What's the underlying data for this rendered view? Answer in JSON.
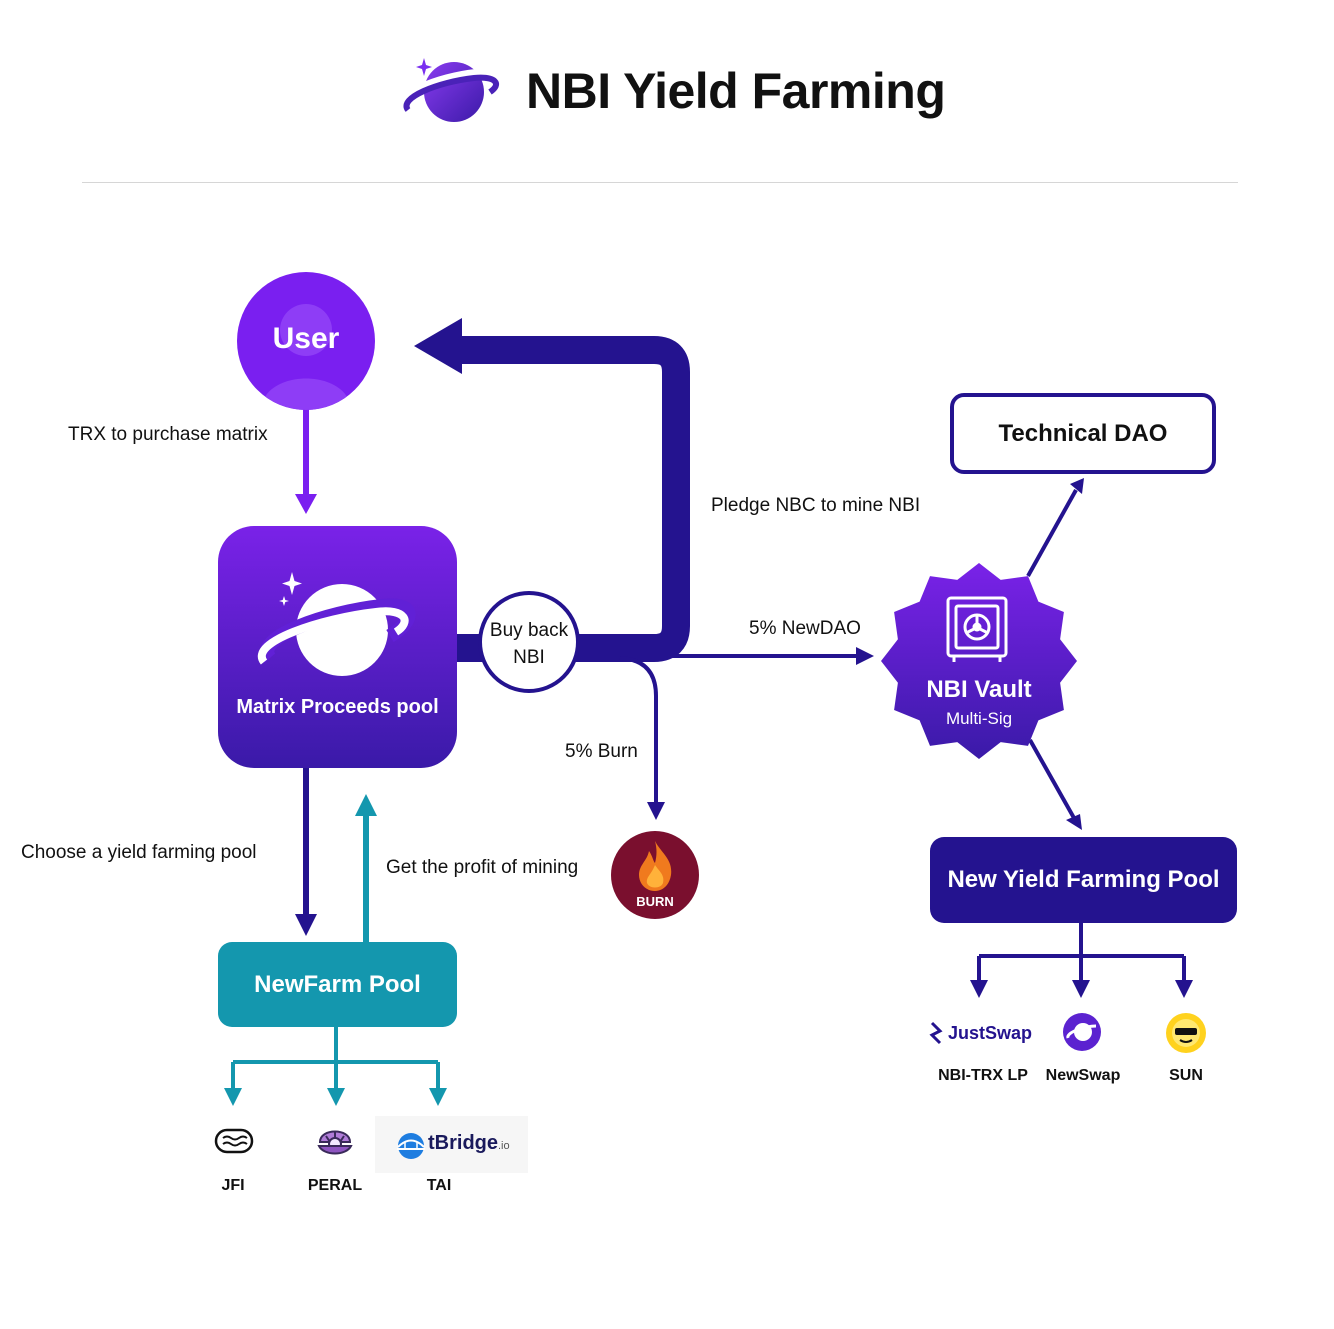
{
  "header": {
    "title": "NBI Yield Farming",
    "logo_icon": "planet-icon"
  },
  "nodes": {
    "user": "User",
    "matrix_pool": "Matrix Proceeds pool",
    "buy_back": [
      "Buy back",
      "NBI"
    ],
    "burn": "BURN",
    "technical_dao": "Technical DAO",
    "vault_title": "NBI Vault",
    "vault_subtitle": "Multi-Sig",
    "new_yield_pool": "New Yield Farming Pool",
    "newfarm_pool": "NewFarm Pool"
  },
  "edges": {
    "trx": "TRX to purchase matrix",
    "pledge": "Pledge NBC to mine NBI",
    "newdao": "5% NewDAO",
    "burn": "5% Burn",
    "choose": "Choose a yield farming pool",
    "profit": "Get the profit of mining"
  },
  "newfarm_targets": [
    {
      "label": "JFI",
      "icon": "jfi-icon"
    },
    {
      "label": "PERAL",
      "icon": "pearl-icon"
    },
    {
      "label": "TAI",
      "icon": "tbridge-logo",
      "logo_text": "tBridge",
      "logo_suffix": ".io"
    }
  ],
  "yield_targets": [
    {
      "label": "NBI-TRX LP",
      "icon": "justswap-logo",
      "logo_text": "JustSwap"
    },
    {
      "label": "NewSwap",
      "icon": "newswap-planet-icon"
    },
    {
      "label": "SUN",
      "icon": "sun-icon"
    }
  ],
  "colors": {
    "navy": "#24138f",
    "purple": "#7a1ff0",
    "teal": "#1497ae",
    "burn": "#7a0f2e"
  }
}
